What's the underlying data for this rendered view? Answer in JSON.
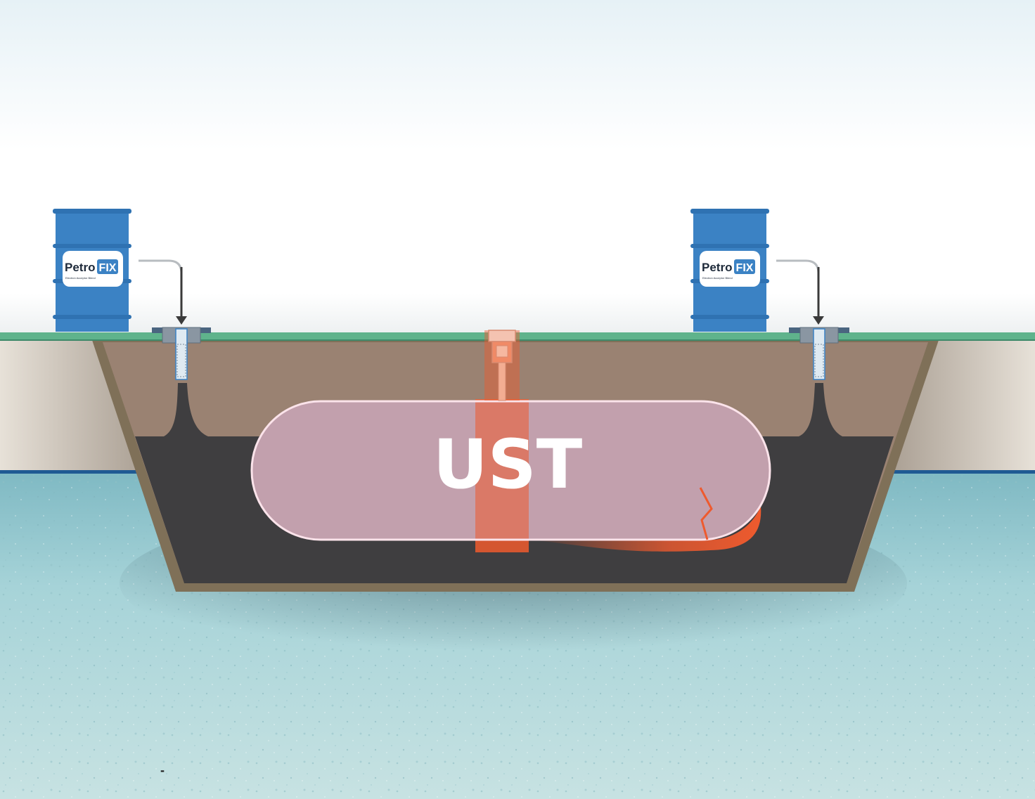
{
  "tank": {
    "label": "UST"
  },
  "drums": [
    {
      "brand_a": "Petro",
      "brand_b": "FIX",
      "tagline": "Electron Acceptor Blend"
    },
    {
      "brand_a": "Petro",
      "brand_b": "FIX",
      "tagline": "Electron Acceptor Blend"
    }
  ],
  "stray_mark": "-",
  "colors": {
    "sky_top": "#eaf3f7",
    "ground_surface": "#5fb38c",
    "excavation_fill": "#9a8272",
    "contamination": "#3f3e40",
    "tank_fill": "#c2a0ad",
    "tank_outline": "#fbe3ea",
    "leak": "#ee5a2e",
    "groundwater": "#a8d5da",
    "drum": "#3b82c4",
    "soil_band": "#e5ddd3"
  }
}
